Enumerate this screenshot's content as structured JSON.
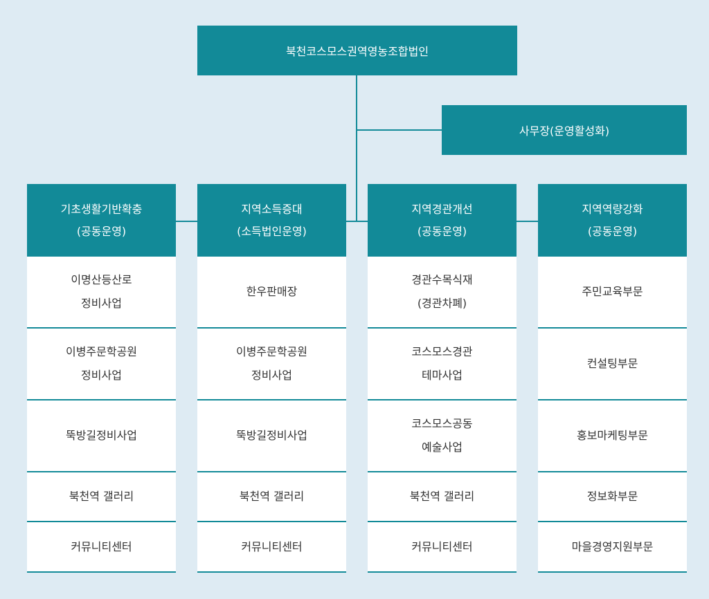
{
  "org": {
    "top": "북천코스모스권역영농조합법인",
    "office": "사무장(운영활성화)"
  },
  "columns": [
    {
      "head": [
        "기초생활기반확충",
        "(공동운영)"
      ],
      "cells": [
        [
          "이명산등산로",
          "정비사업"
        ],
        [
          "이병주문학공원",
          "정비사업"
        ],
        [
          "뚝방길정비사업"
        ],
        [
          "북천역 갤러리"
        ],
        [
          "커뮤니티센터"
        ]
      ]
    },
    {
      "head": [
        "지역소득증대",
        "(소득법인운영)"
      ],
      "cells": [
        [
          "한우판매장"
        ],
        [
          "이병주문학공원",
          "정비사업"
        ],
        [
          "뚝방길정비사업"
        ],
        [
          "북천역 갤러리"
        ],
        [
          "커뮤니티센터"
        ]
      ]
    },
    {
      "head": [
        "지역경관개선",
        "(공동운영)"
      ],
      "cells": [
        [
          "경관수목식재",
          "(경관차폐)"
        ],
        [
          "코스모스경관",
          "테마사업"
        ],
        [
          "코스모스공동",
          "예술사업"
        ],
        [
          "북천역 갤러리"
        ],
        [
          "커뮤니티센터"
        ]
      ]
    },
    {
      "head": [
        "지역역량강화",
        "(공동운영)"
      ],
      "cells": [
        [
          "주민교육부문"
        ],
        [
          "컨설팅부문"
        ],
        [
          "홍보마케팅부문"
        ],
        [
          "정보화부문"
        ],
        [
          "마을경영지원부문"
        ]
      ]
    }
  ]
}
